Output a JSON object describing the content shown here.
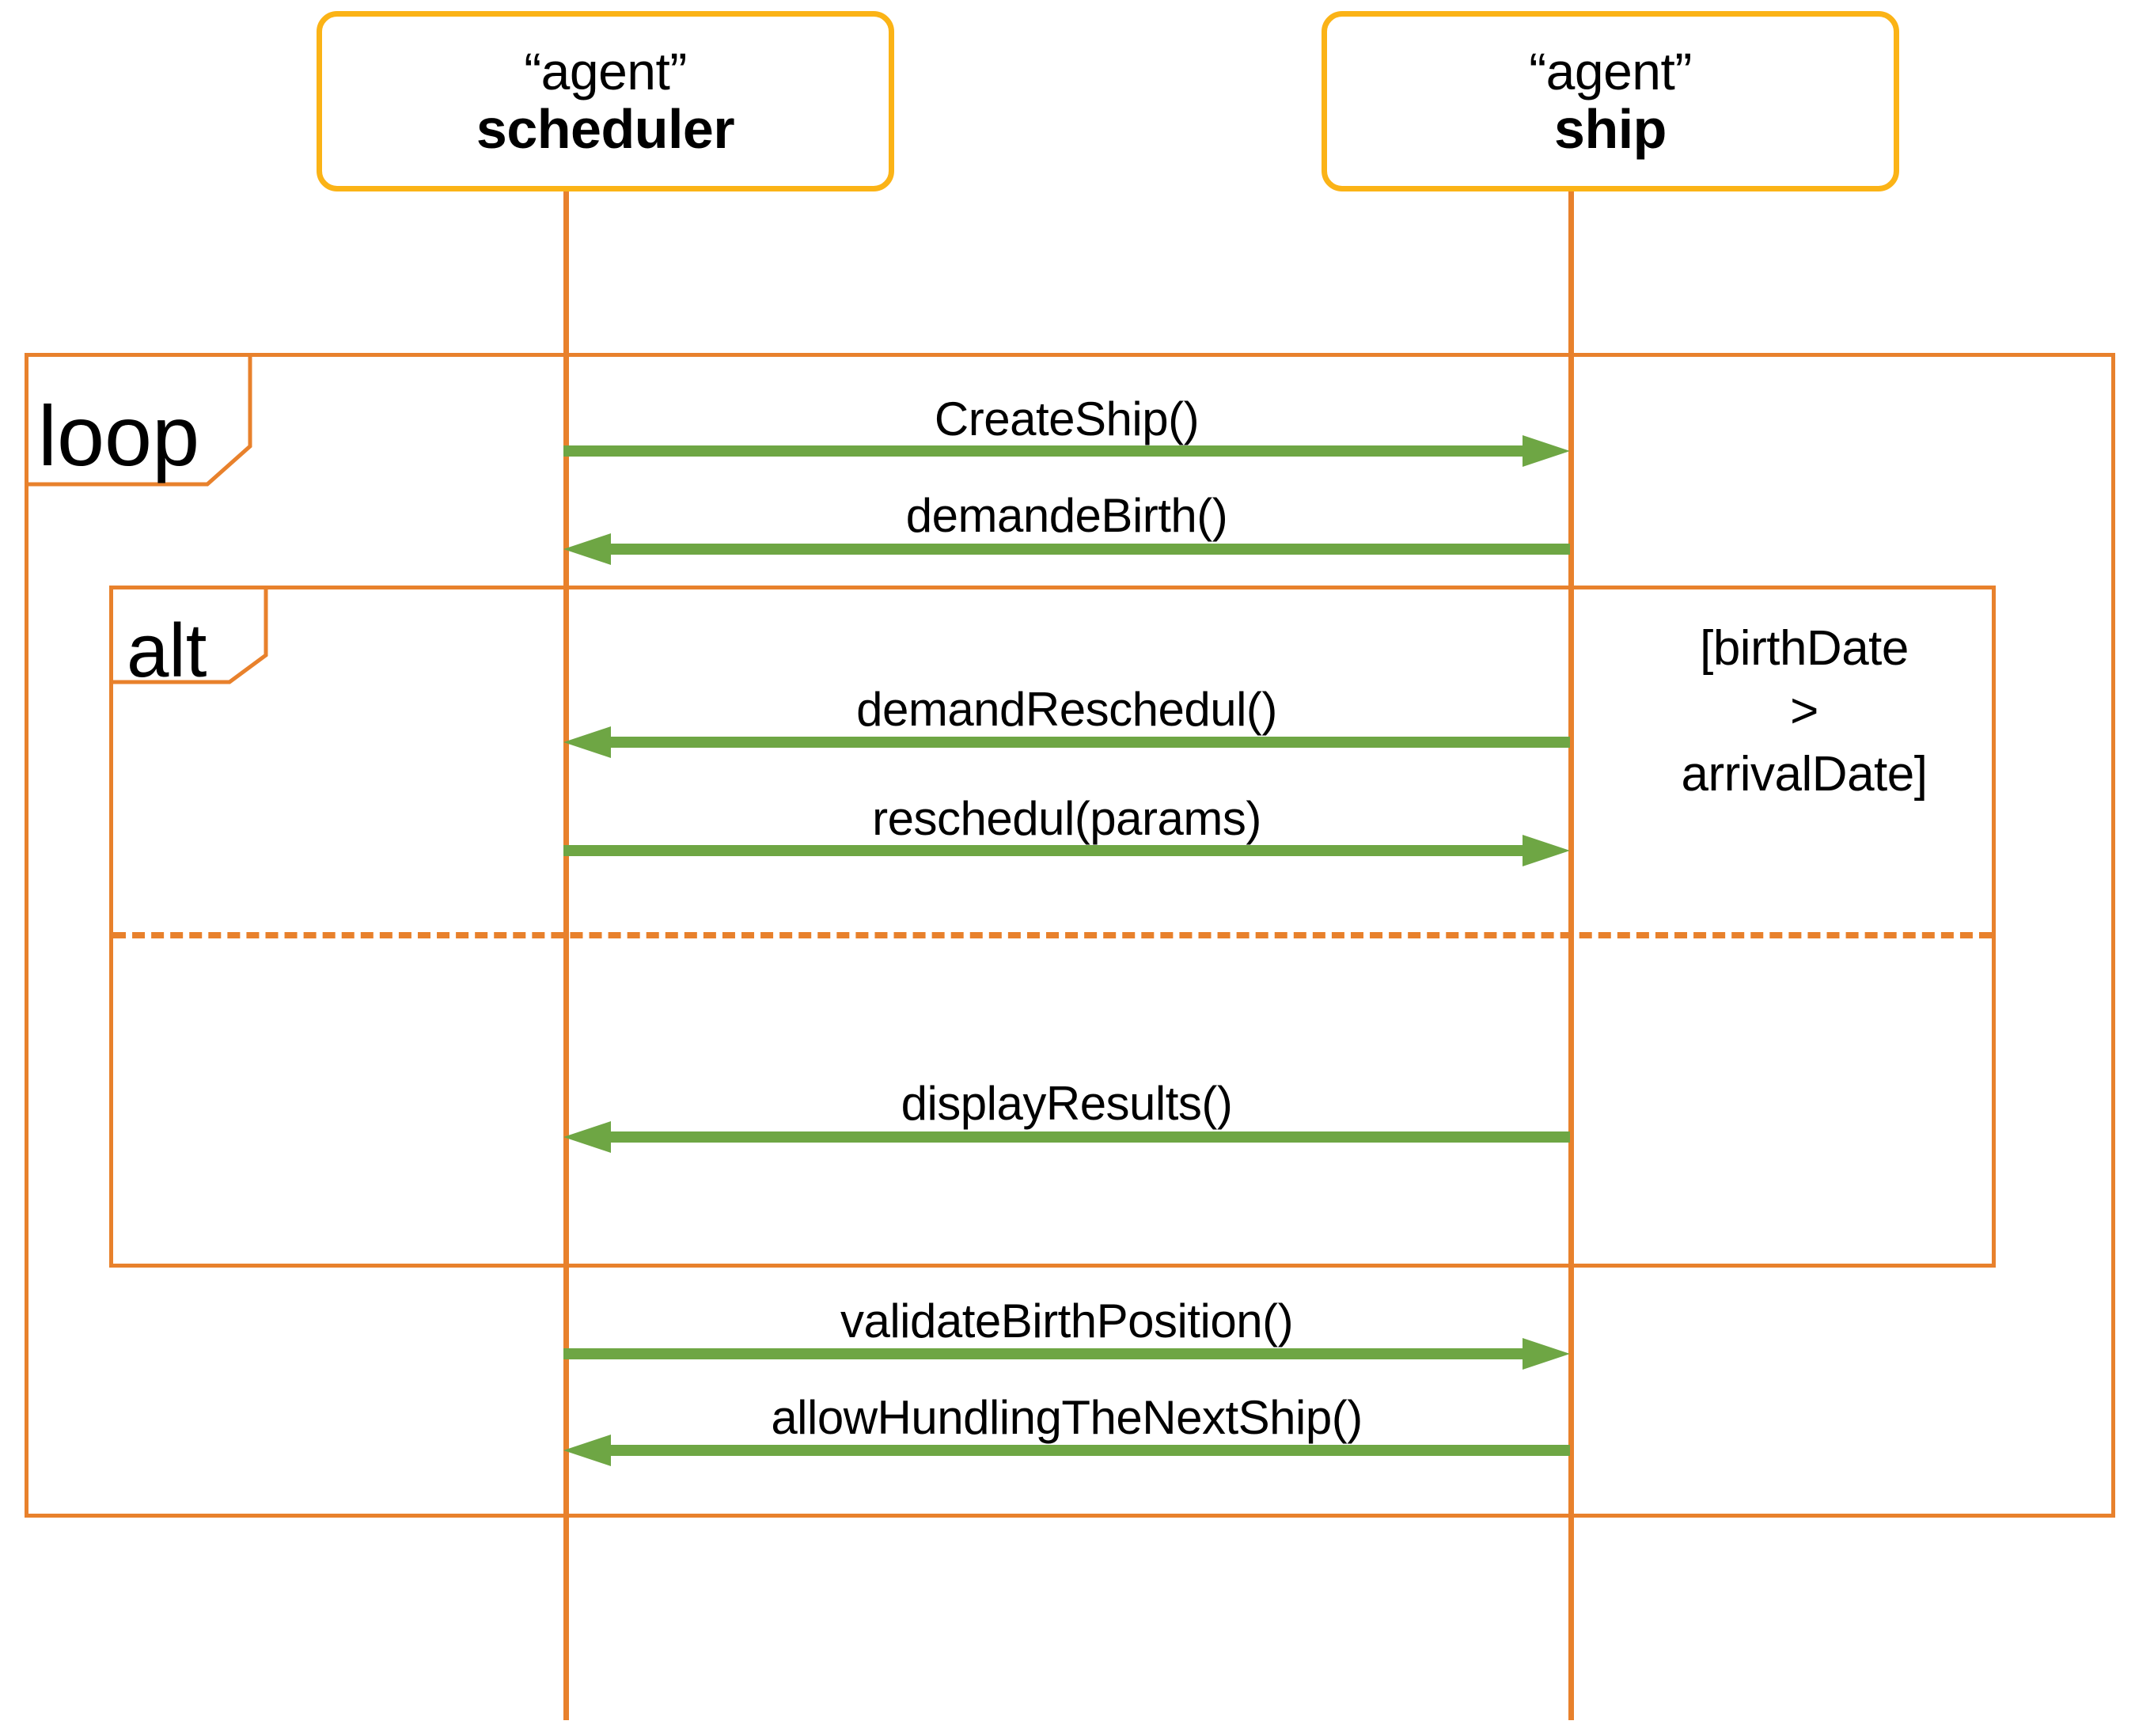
{
  "diagram": {
    "type": "uml-sequence-diagram",
    "colors": {
      "participant_border": "#FBB316",
      "lifeline": "#E8812C",
      "fragment_border": "#E8812C",
      "message_arrow": "#6EA644",
      "text": "#000000",
      "background": "#FFFFFF"
    }
  },
  "participants": [
    {
      "id": "scheduler",
      "stereotype": "“agent”",
      "name": "scheduler"
    },
    {
      "id": "ship",
      "stereotype": "“agent”",
      "name": "ship"
    }
  ],
  "fragments": [
    {
      "id": "loop",
      "label": "loop"
    },
    {
      "id": "alt",
      "label": "alt",
      "guard": {
        "line1": "[birthDate",
        "line2": ">",
        "line3": "arrivalDate]",
        "full": "[birthDate > arrivalDate]"
      }
    }
  ],
  "messages": [
    {
      "label": "CreateShip()",
      "from": "scheduler",
      "to": "ship",
      "direction": "right"
    },
    {
      "label": "demandeBirth()",
      "from": "ship",
      "to": "scheduler",
      "direction": "left"
    },
    {
      "label": "demandReschedul()",
      "from": "ship",
      "to": "scheduler",
      "direction": "left"
    },
    {
      "label": "reschedul(params)",
      "from": "scheduler",
      "to": "ship",
      "direction": "right"
    },
    {
      "label": "displayResults()",
      "from": "ship",
      "to": "scheduler",
      "direction": "left"
    },
    {
      "label": "validateBirthPosition()",
      "from": "scheduler",
      "to": "ship",
      "direction": "right"
    },
    {
      "label": "allowHundlingTheNextShip()",
      "from": "ship",
      "to": "scheduler",
      "direction": "left"
    }
  ]
}
